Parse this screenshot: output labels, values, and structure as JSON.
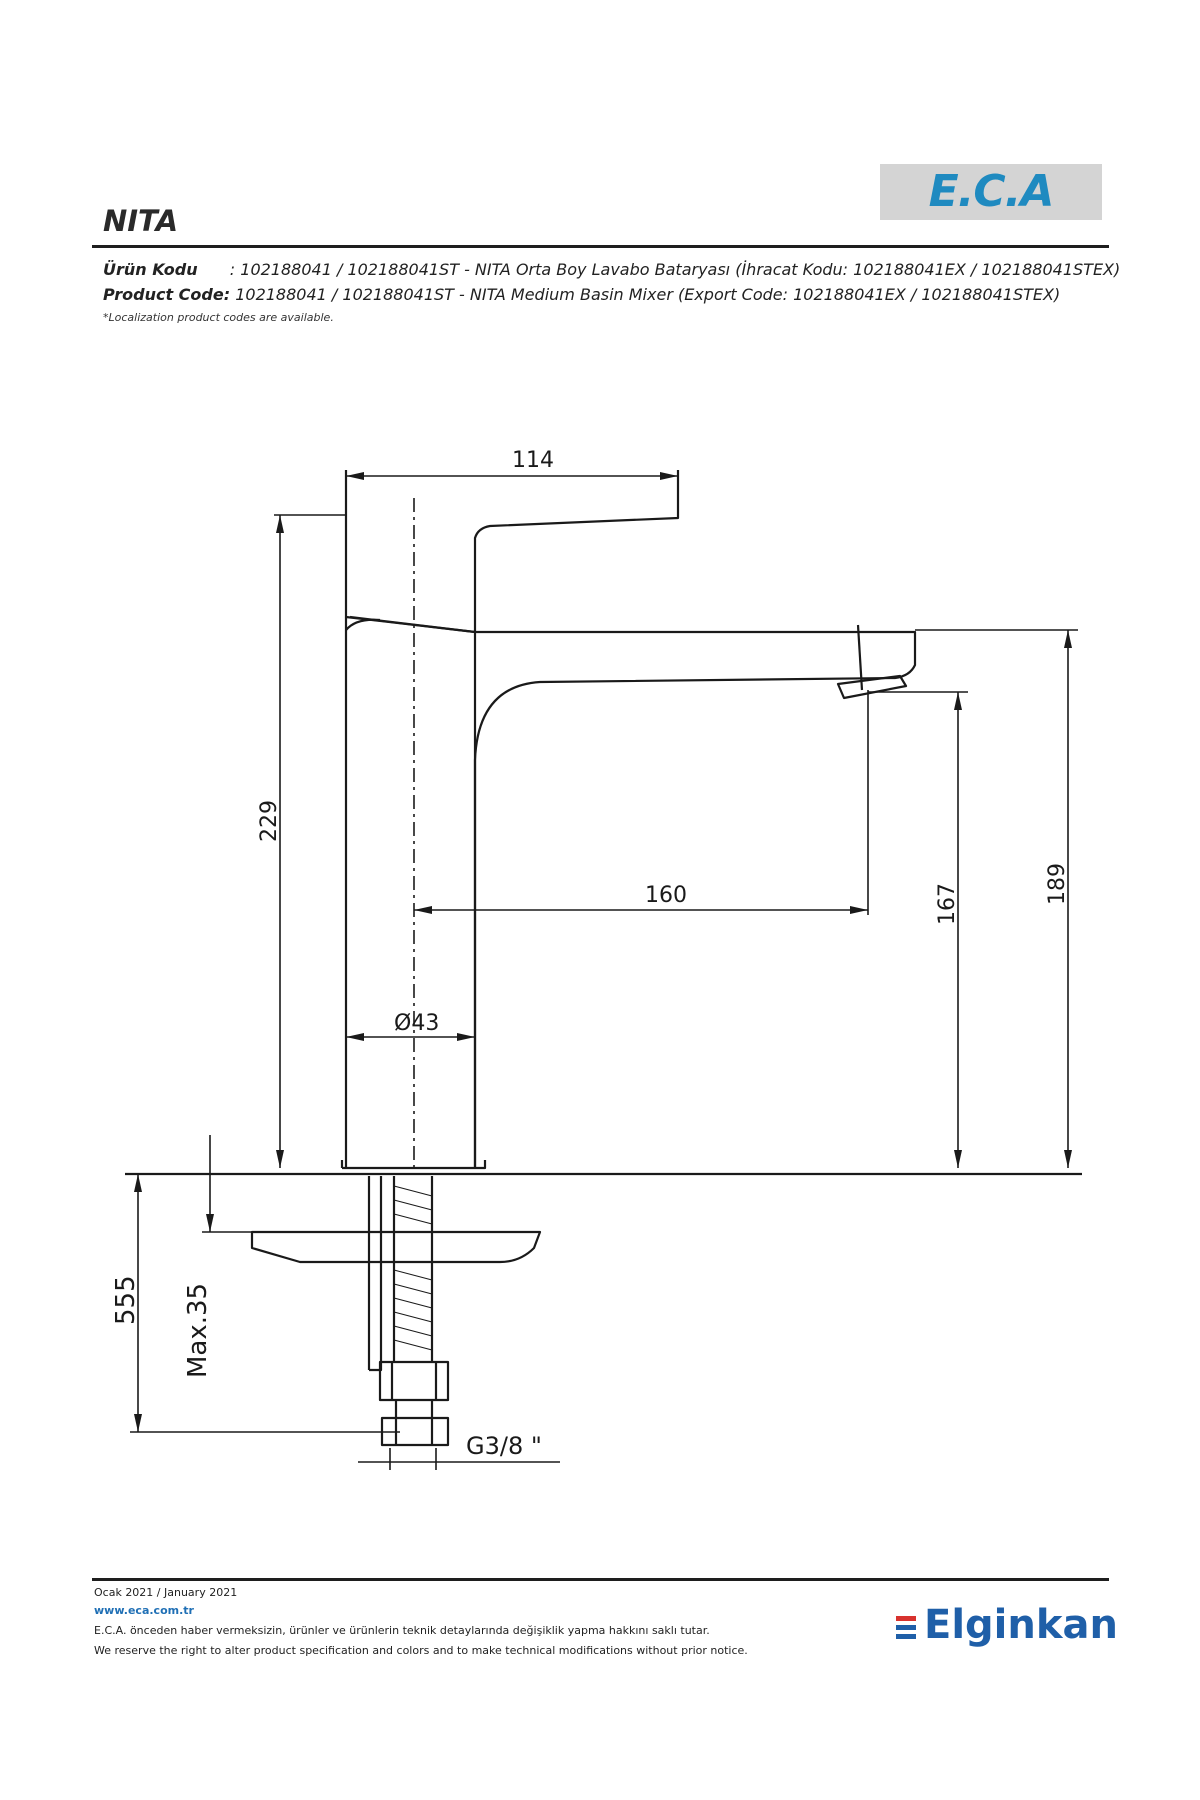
{
  "brand": {
    "name": "E.C.A",
    "color": "#1f8ac0"
  },
  "header": {
    "title": "NITA",
    "line1_label": "Ürün Kodu",
    "line1_text": ": 102188041 / 102188041ST - NITA Orta Boy Lavabo Bataryası (İhracat Kodu: 102188041EX / 102188041STEX)",
    "line2_label": "Product Code:",
    "line2_text": "102188041 / 102188041ST - NITA Medium Basin Mixer (Export Code: 102188041EX / 102188041STEX)",
    "note": "*Localization product codes are available."
  },
  "drawing": {
    "dim_handle_width": "114",
    "dim_total_height": "229",
    "dim_spout_reach": "160",
    "dim_spout_height": "167",
    "dim_overall_height": "189",
    "dim_body_diameter": "Ø43",
    "dim_hose_length": "555",
    "dim_max_thickness": "Max.35",
    "dim_thread": "G3/8 \""
  },
  "footer": {
    "date": "Ocak 2021 / January 2021",
    "website": "www.eca.com.tr",
    "disclaimer_tr": "E.C.A. önceden haber vermeksizin, ürünler ve ürünlerin teknik detaylarında değişiklik yapma hakkını saklı tutar.",
    "disclaimer_en": "We reserve the right to alter product specification and colors and to make technical modifications without prior notice.",
    "company": "Elginkan",
    "company_color": "#1f5fa8",
    "accent_red": "#d8322e",
    "accent_blue": "#1f5fa8"
  }
}
